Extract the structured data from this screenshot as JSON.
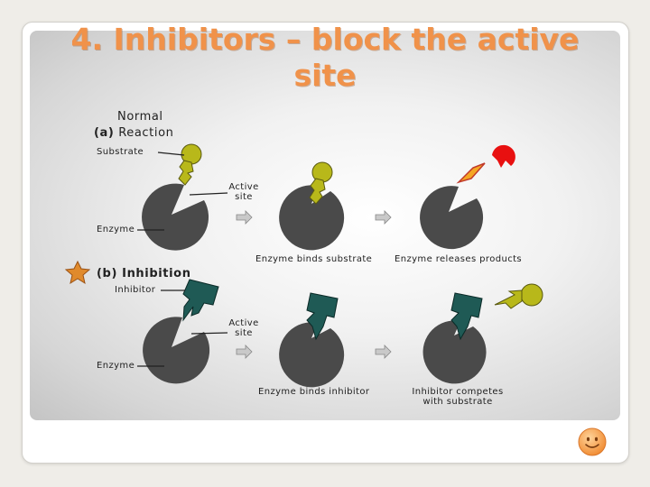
{
  "slide": {
    "title_line1": "4. Inhibitors – block the active",
    "title_line2": "site"
  },
  "normal": {
    "heading_line1": "Normal",
    "heading_prefix": "(a)",
    "heading_word": "Reaction",
    "substrate_label": "Substrate",
    "active_site_line1": "Active",
    "active_site_line2": "site",
    "enzyme_label": "Enzyme",
    "step2_caption": "Enzyme binds substrate",
    "step3_caption": "Enzyme releases products"
  },
  "inhibition": {
    "heading_prefix": "(b)",
    "heading_word": "Inhibition",
    "inhibitor_label": "Inhibitor",
    "active_site_line1": "Active",
    "active_site_line2": "site",
    "enzyme_label": "Enzyme",
    "step2_caption": "Enzyme binds inhibitor",
    "step3_caption_line1": "Inhibitor competes",
    "step3_caption_line2": "with substrate"
  },
  "colors": {
    "title": "#f0924a",
    "enzyme": "#4a4a4a",
    "substrate": "#b8b81a",
    "inhibitor": "#1f5a55",
    "product_red": "#e81010",
    "product_orange": "#f5a623",
    "star": "#e08a2c",
    "arrow": "#c9c9c9"
  },
  "icons": {
    "star": "star-icon",
    "smiley": "smiley-face-icon"
  }
}
